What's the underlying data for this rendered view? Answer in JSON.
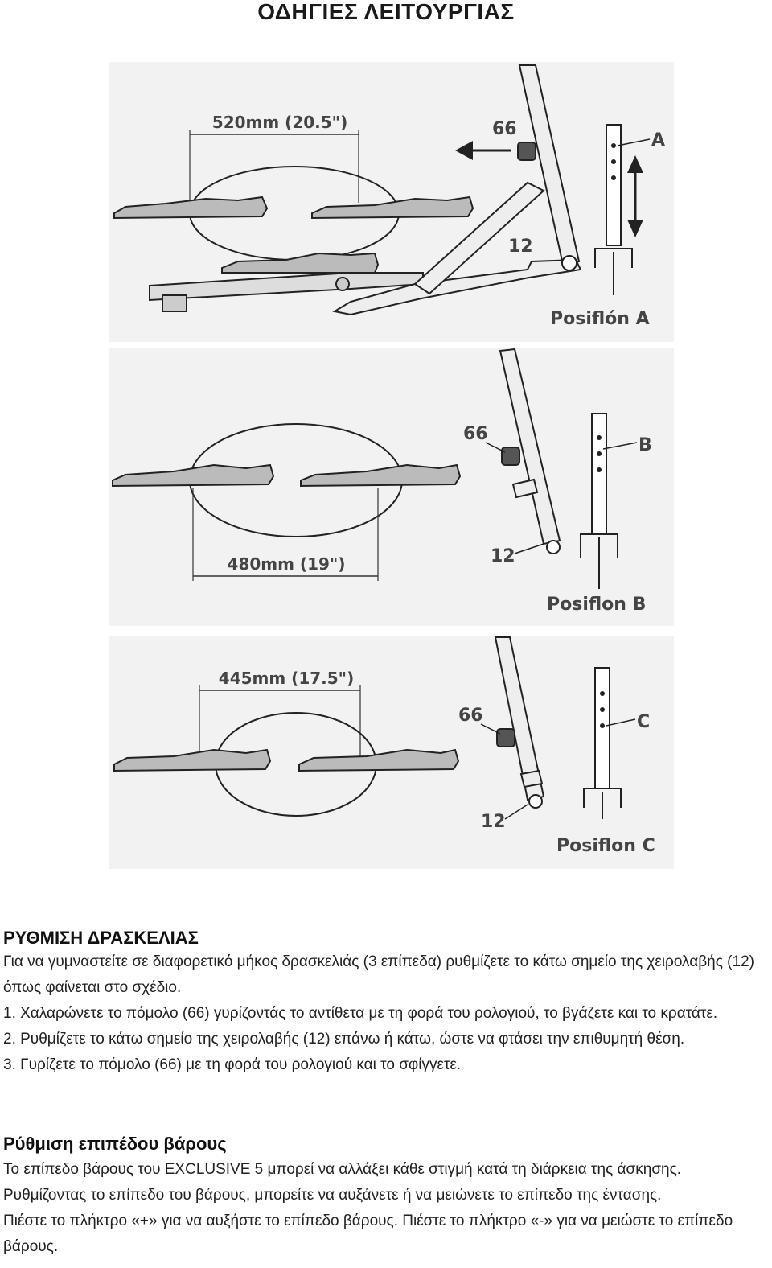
{
  "page_title": "ΟΔΗΓΙΕΣ ΛΕΙΤΟΥΡΓΙΑΣ",
  "figures": [
    {
      "dimension": "520mm (20.5\")",
      "knob_label": "66",
      "handle_label": "12",
      "position_letter": "A",
      "position_caption": "Posiflón A"
    },
    {
      "dimension": "480mm (19\")",
      "knob_label": "66",
      "handle_label": "12",
      "position_letter": "B",
      "position_caption": "Posiflon B"
    },
    {
      "dimension": "445mm (17.5\")",
      "knob_label": "66",
      "handle_label": "12",
      "position_letter": "C",
      "position_caption": "Posiflon C"
    }
  ],
  "stride": {
    "heading": "ΡΥΘΜΙΣΗ ΔΡΑΣΚΕΛΙΑΣ",
    "intro": "Για να γυμναστείτε σε διαφορετικό μήκος δρασκελιάς (3 επίπεδα) ρυθμίζετε το κάτω σημείο της χειρολαβής (12) όπως φαίνεται στο σχέδιο.",
    "steps": [
      "1. Χαλαρώνετε το πόμολο (66) γυρίζοντάς το αντίθετα με τη φορά του ρολογιού, το βγάζετε και το κρατάτε.",
      "2. Ρυθμίζετε το κάτω σημείο της χειρολαβής (12) επάνω ή κάτω, ώστε να φτάσει την επιθυμητή θέση.",
      "3. Γυρίζετε το πόμολο (66) με τη φορά του ρολογιού και το σφίγγετε."
    ]
  },
  "weight": {
    "heading": "Ρύθμιση επιπέδου βάρους",
    "lines": [
      "Το επίπεδο βάρους του EXCLUSIVE 5 μπορεί να αλλάξει κάθε στιγμή κατά τη διάρκεια της άσκησης.",
      "Ρυθμίζοντας το επίπεδο του βάρους, μπορείτε να αυξάνετε ή να μειώνετε το επίπεδο της έντασης.",
      "Πιέστε το πλήκτρο «+» για να αυξήστε το επίπεδο βάρους. Πιέστε το πλήκτρο «-» για να μειώστε το επίπεδο βάρους."
    ]
  }
}
